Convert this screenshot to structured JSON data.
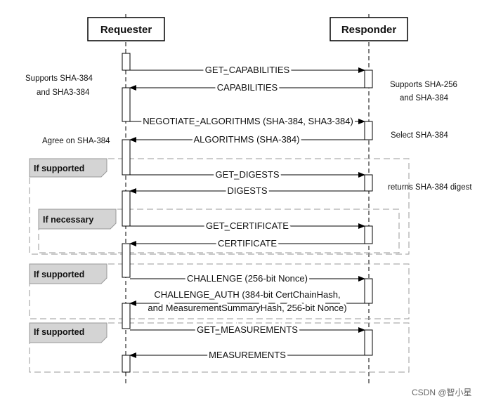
{
  "participants": {
    "requester": "Requester",
    "responder": "Responder"
  },
  "messages": {
    "get_capabilities": "GET_CAPABILITIES",
    "capabilities": "CAPABILITIES",
    "negotiate_algorithms": "NEGOTIATE_ALGORITHMS (SHA-384, SHA3-384)",
    "algorithms": "ALGORITHMS (SHA-384)",
    "get_digests": "GET_DIGESTS",
    "digests": "DIGESTS",
    "get_certificate": "GET_CERTIFICATE",
    "certificate": "CERTIFICATE",
    "challenge": "CHALLENGE (256-bit Nonce)",
    "challenge_auth_line1": "CHALLENGE_AUTH (384-bit CertChainHash,",
    "challenge_auth_line2": "and MeasurementSummaryHash, 256-bit Nonce)",
    "get_measurements": "GET_MEASUREMENTS",
    "measurements": "MEASUREMENTS"
  },
  "notes": {
    "requester_supports_line1": "Supports SHA-384",
    "requester_supports_line2": "and SHA3-384",
    "responder_supports_line1": "Supports SHA-256",
    "responder_supports_line2": "and SHA-384",
    "select": "Select SHA-384",
    "agree": "Agree on SHA-384",
    "returns": "returns SHA-384 digest"
  },
  "frames": {
    "if_supported_digests": "If supported",
    "if_necessary": "If necessary",
    "if_supported_challenge": "If supported",
    "if_supported_measurements": "If supported"
  },
  "watermark": "CSDN @智小星"
}
